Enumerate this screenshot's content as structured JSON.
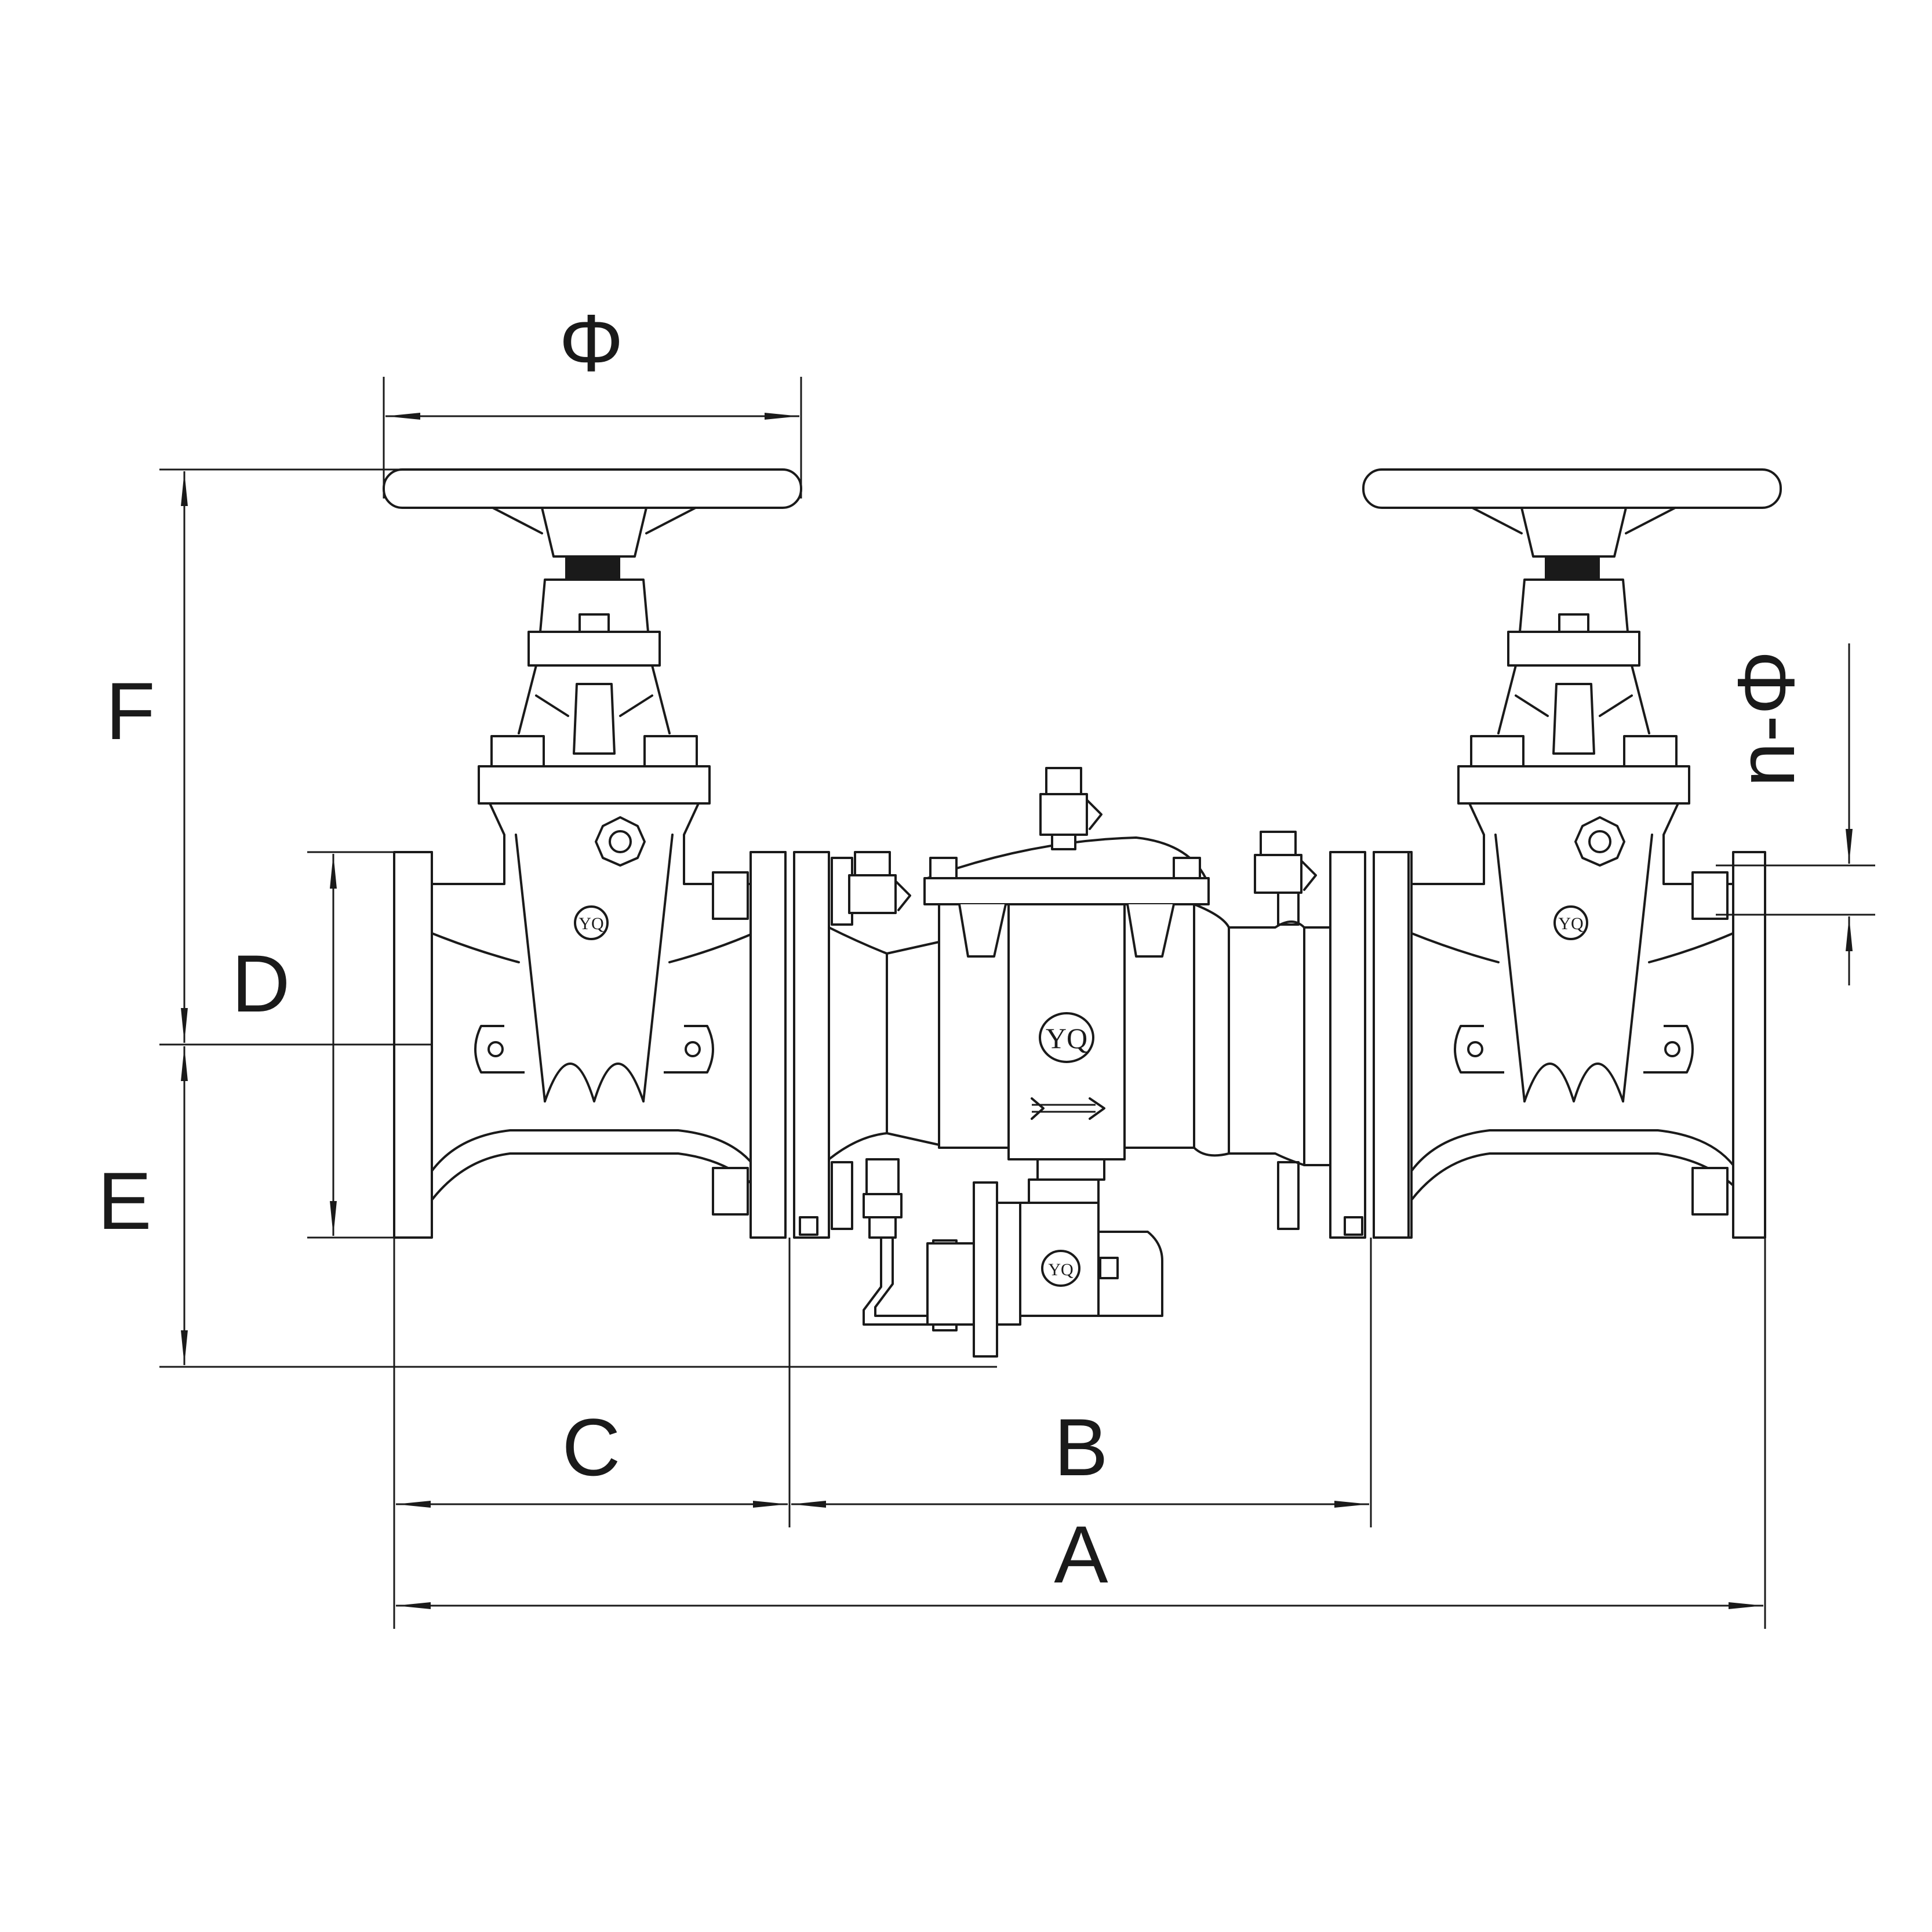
{
  "dimension_labels": {
    "phi": "Φ",
    "F": "F",
    "D": "D",
    "E": "E",
    "C": "C",
    "B": "B",
    "A": "A",
    "n_phi": "n-Φ"
  },
  "logo": {
    "left_gate_valve": "YQ",
    "right_gate_valve": "YQ",
    "center_check_valve": "YQ",
    "relief_valve": "YQ"
  },
  "icons": {
    "handwheel": "handwheel-icon",
    "flow_direction": "flow-arrow-icon"
  }
}
